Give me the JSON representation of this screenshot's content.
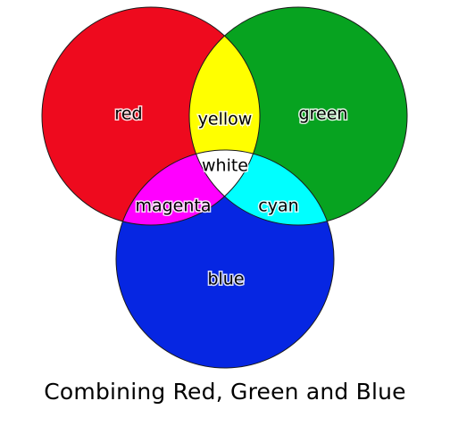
{
  "caption": "Combining Red, Green and Blue",
  "colors": {
    "red": "#ee0a1e",
    "green": "#07a320",
    "blue": "#0626e2",
    "yellow": "#ffff00",
    "magenta": "#ff00ff",
    "cyan": "#00ffff",
    "white": "#ffffff",
    "outline": "#1a1a1a"
  },
  "labels": {
    "red": "red",
    "green": "green",
    "blue": "blue",
    "yellow": "yellow",
    "magenta": "magenta",
    "cyan": "cyan",
    "white": "white"
  }
}
